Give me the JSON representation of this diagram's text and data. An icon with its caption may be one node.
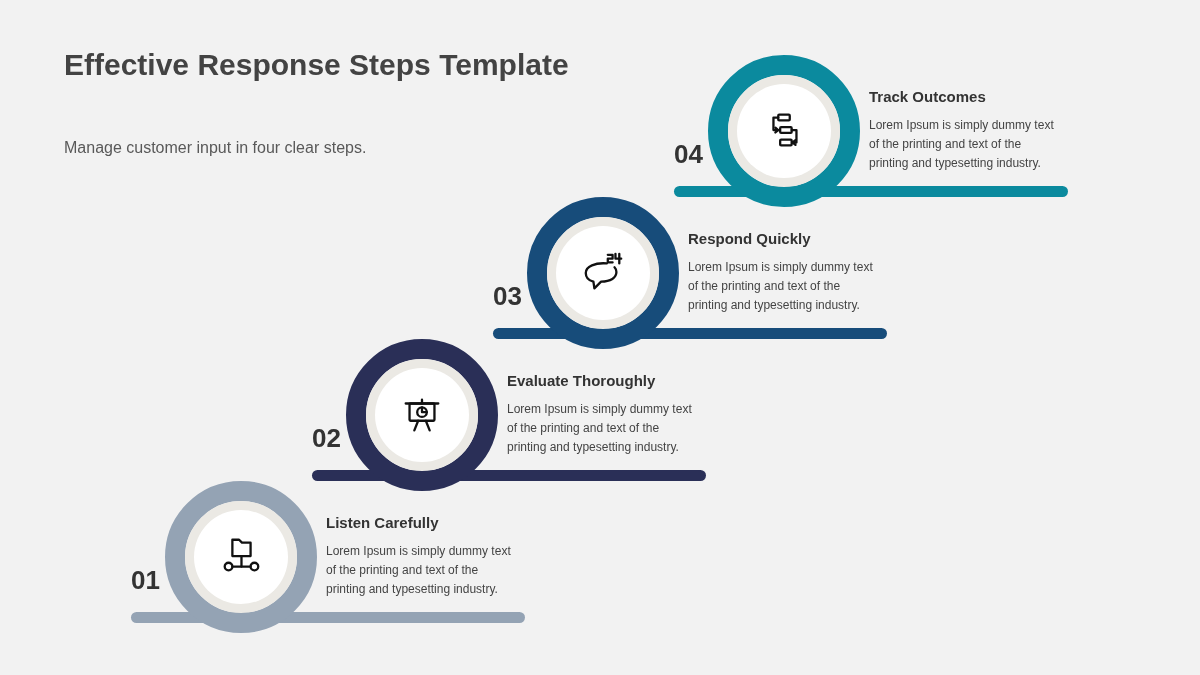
{
  "diagram": {
    "title": "Effective Response Steps Template",
    "nodes": [
      {
        "text": [
          "01",
          "Listen Carefully",
          "Lorem Ipsum is simply dummy text of the printing and text of the printing and typesetting industry."
        ]
      },
      {
        "text": [
          "02",
          "Evaluate Thoroughly",
          "Lorem Ipsum is simply dummy text of the printing and text of the printing and typesetting industry."
        ]
      },
      {
        "text": [
          "03",
          "Respond Quickly",
          "Lorem Ipsum is simply dummy text of the printing and text of the printing and typesetting industry."
        ]
      },
      {
        "text": [
          "04",
          "Track Outcomes",
          "Lorem Ipsum is simply dummy text of the printing and text of the printing and typesetting industry."
        ]
      }
    ],
    "labels": [
      "Manage customer input in four clear steps."
    ]
  }
}
